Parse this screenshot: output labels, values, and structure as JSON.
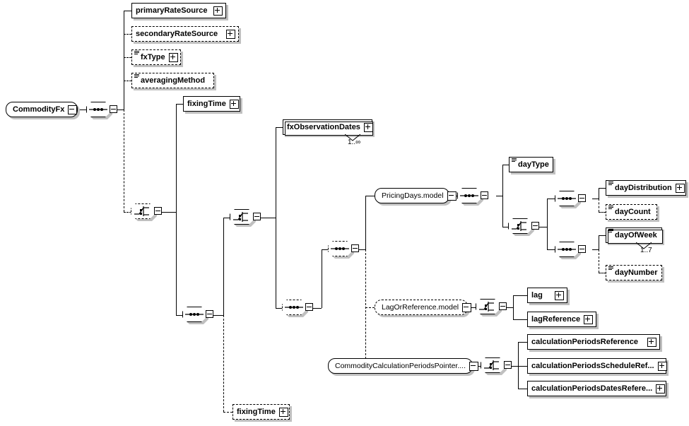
{
  "diagram": {
    "title": "CommodityFx XML Schema Diagram",
    "type": "xsd-element-tree",
    "root": {
      "name": "CommodityFx",
      "kind": "group",
      "expander": "minus"
    },
    "nodes": [
      {
        "id": "primaryRateSource",
        "label": "primaryRateSource",
        "kind": "element",
        "optional": false,
        "expander": "plus",
        "type_icon": false
      },
      {
        "id": "secondaryRateSource",
        "label": "secondaryRateSource",
        "kind": "element",
        "optional": true,
        "expander": "plus",
        "type_icon": false
      },
      {
        "id": "fxType",
        "label": "fxType",
        "kind": "element",
        "optional": true,
        "expander": "plus",
        "type_icon": true
      },
      {
        "id": "averagingMethod",
        "label": "averagingMethod",
        "kind": "element",
        "optional": true,
        "expander": "none",
        "type_icon": true
      },
      {
        "id": "fixingTimeTop",
        "label": "fixingTime",
        "kind": "element",
        "optional": false,
        "expander": "plus",
        "type_icon": false
      },
      {
        "id": "fxObservationDates",
        "label": "fxObservationDates",
        "kind": "element",
        "optional": false,
        "expander": "plus",
        "type_icon": false,
        "occurs": "1..∞",
        "repeating": true
      },
      {
        "id": "PricingDaysModel",
        "label": "PricingDays.model",
        "kind": "group",
        "optional": false,
        "expander": "minus"
      },
      {
        "id": "dayType",
        "label": "dayType",
        "kind": "element",
        "optional": false,
        "expander": "none",
        "type_icon": true
      },
      {
        "id": "dayDistribution",
        "label": "dayDistribution",
        "kind": "element",
        "optional": false,
        "expander": "plus",
        "type_icon": true
      },
      {
        "id": "dayCount",
        "label": "dayCount",
        "kind": "element",
        "optional": true,
        "expander": "none",
        "type_icon": true
      },
      {
        "id": "dayOfWeek",
        "label": "dayOfWeek",
        "kind": "element",
        "optional": false,
        "expander": "none",
        "type_icon": true,
        "occurs": "1..7",
        "repeating": true
      },
      {
        "id": "dayNumber",
        "label": "dayNumber",
        "kind": "element",
        "optional": true,
        "expander": "none",
        "type_icon": true
      },
      {
        "id": "LagOrReferenceModel",
        "label": "LagOrReference.model",
        "kind": "group",
        "optional": true,
        "expander": "minus"
      },
      {
        "id": "lag",
        "label": "lag",
        "kind": "element",
        "optional": false,
        "expander": "plus",
        "type_icon": false
      },
      {
        "id": "lagReference",
        "label": "lagReference",
        "kind": "element",
        "optional": false,
        "expander": "plus",
        "type_icon": false
      },
      {
        "id": "CommodityCalculationPeriodsPointer",
        "label": "CommodityCalculationPeriodsPointer....",
        "kind": "group",
        "optional": false,
        "expander": "minus"
      },
      {
        "id": "calculationPeriodsReference",
        "label": "calculationPeriodsReference",
        "kind": "element",
        "optional": false,
        "expander": "plus",
        "type_icon": false
      },
      {
        "id": "calculationPeriodsScheduleRef",
        "label": "calculationPeriodsScheduleRef...",
        "kind": "element",
        "optional": false,
        "expander": "plus",
        "type_icon": false
      },
      {
        "id": "calculationPeriodsDatesRefere",
        "label": "calculationPeriodsDatesRefere...",
        "kind": "element",
        "optional": false,
        "expander": "plus",
        "type_icon": false
      },
      {
        "id": "fixingTimeBottom",
        "label": "fixingTime",
        "kind": "element",
        "optional": true,
        "expander": "plus",
        "type_icon": false
      }
    ],
    "compositors": [
      {
        "id": "seq-root",
        "kind": "sequence",
        "optional": false,
        "expander": "minus"
      },
      {
        "id": "choice-a",
        "kind": "choice",
        "optional": true,
        "expander": "minus"
      },
      {
        "id": "seq-b",
        "kind": "sequence",
        "optional": false,
        "expander": "minus"
      },
      {
        "id": "choice-c",
        "kind": "choice",
        "optional": false,
        "expander": "minus"
      },
      {
        "id": "seq-d",
        "kind": "sequence",
        "optional": true,
        "expander": "minus"
      },
      {
        "id": "seq-e",
        "kind": "sequence",
        "optional": false,
        "expander": "minus"
      },
      {
        "id": "seq-pricing",
        "kind": "sequence",
        "optional": false,
        "expander": "minus"
      },
      {
        "id": "choice-day",
        "kind": "choice",
        "optional": false,
        "expander": "minus"
      },
      {
        "id": "seq-daydist",
        "kind": "sequence",
        "optional": false,
        "expander": "minus"
      },
      {
        "id": "seq-dayofweek",
        "kind": "sequence",
        "optional": false,
        "expander": "minus"
      },
      {
        "id": "choice-lag",
        "kind": "choice",
        "optional": false,
        "expander": "minus"
      },
      {
        "id": "choice-calc",
        "kind": "choice",
        "optional": false,
        "expander": "minus"
      }
    ],
    "occurrence_labels": {
      "fxObservationDates": "1..∞",
      "dayOfWeek": "1..7"
    },
    "colors": {
      "line": "#000000",
      "box_fill": "#ffffff",
      "shadow": "#c0c0c0",
      "text": "#000000"
    }
  }
}
